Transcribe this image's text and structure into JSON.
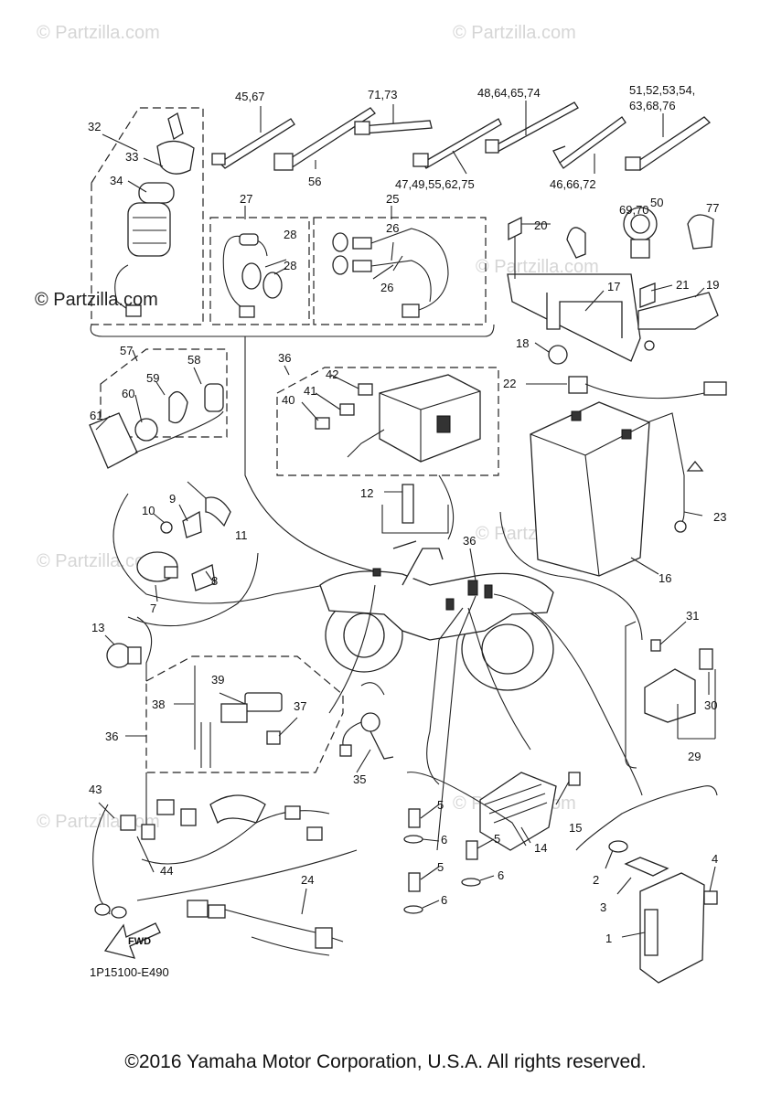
{
  "watermark": "© Partzilla.com",
  "watermark_prominent": "© Partzilla.com",
  "diagram_code": "1P15100-E490",
  "copyright": "©2016 Yamaha Motor Corporation, U.S.A. All rights reserved.",
  "fwd_label": "FWD",
  "callouts": {
    "c1": "1",
    "c2": "2",
    "c3": "3",
    "c4": "4",
    "c5a": "5",
    "c5b": "5",
    "c5c": "5",
    "c6a": "6",
    "c6b": "6",
    "c6c": "6",
    "c7": "7",
    "c8": "8",
    "c9": "9",
    "c10": "10",
    "c11": "11",
    "c12": "12",
    "c13": "13",
    "c14": "14",
    "c15": "15",
    "c16": "16",
    "c17": "17",
    "c18": "18",
    "c19": "19",
    "c20": "20",
    "c21": "21",
    "c22": "22",
    "c23": "23",
    "c24": "24",
    "c25": "25",
    "c26a": "26",
    "c26b": "26",
    "c27": "27",
    "c28a": "28",
    "c28b": "28",
    "c29": "29",
    "c30": "30",
    "c31": "31",
    "c32": "32",
    "c33": "33",
    "c34": "34",
    "c35": "35",
    "c36a": "36",
    "c36b": "36",
    "c36c": "36",
    "c37": "37",
    "c38": "38",
    "c39": "39",
    "c40": "40",
    "c41": "41",
    "c42": "42",
    "c43": "43",
    "c44": "44",
    "c45": "45,67",
    "c46": "46,66,72",
    "c47": "47,49,55,62,75",
    "c48": "48,64,65,74",
    "c50": "50",
    "c51a": "51,52,53,54,",
    "c51b": "63,68,76",
    "c56": "56",
    "c57": "57",
    "c58": "58",
    "c59": "59",
    "c60": "60",
    "c61": "61",
    "c69": "69,70",
    "c71": "71,73",
    "c77": "77"
  }
}
